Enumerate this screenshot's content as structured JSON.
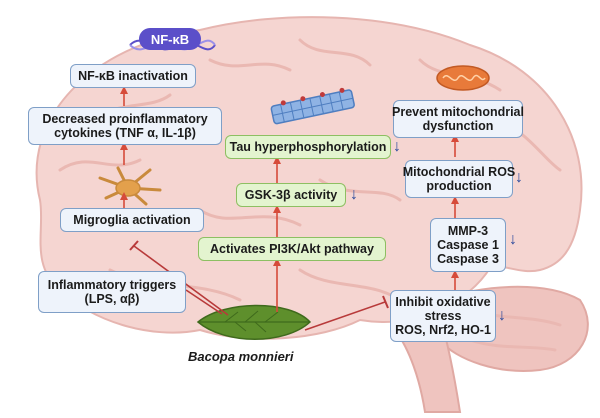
{
  "nodes": {
    "nfkb_badge": "NF-κB",
    "nfkb_inactivation": "NF-κB inactivation",
    "decreased_cytokines": [
      "Decreased proinflammatory",
      "cytokines (TNF α, IL-1β)"
    ],
    "microglia_activation": "Migroglia activation",
    "inflammatory_triggers": [
      "Inflammatory triggers",
      "(LPS, αβ)"
    ],
    "tau": "Tau hyperphosphorylation",
    "gsk": "GSK-3β activity",
    "pi3k": "Activates PI3K/Akt pathway",
    "prevent_mito": [
      "Prevent mitochondrial",
      "dysfunction"
    ],
    "mito_ros": [
      "Mitochondrial ROS",
      "production"
    ],
    "mmp": [
      "MMP-3",
      "Caspase 1",
      "Caspase 3"
    ],
    "oxidative": [
      "Inhibit oxidative",
      "stress",
      "ROS, Nrf2, HO-1"
    ],
    "plant": "Bacopa monnieri"
  },
  "symbols": {
    "decrease_arrow": "↓"
  },
  "colors": {
    "arrow_activate": "#d64b3a",
    "arrow_inhibit": "#b83a3a",
    "box_border": "#7f9fc7",
    "box_fill": "#eef3fb",
    "green_fill": "#e3f4cf",
    "brain_fill": "#f5d5d1",
    "decrease_arrow": "#2b4a9c"
  },
  "icons": [
    "brain-illustration",
    "dna-helix-icon",
    "microglia-cell-icon",
    "microtubule-icon",
    "mitochondrion-icon",
    "leaf-icon"
  ]
}
